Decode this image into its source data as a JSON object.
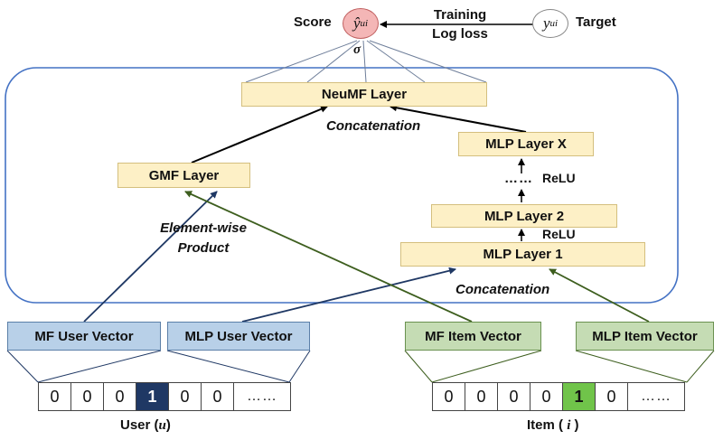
{
  "top": {
    "score_label": "Score",
    "score_symbol": "ŷ",
    "score_subscript": "ui",
    "sigma": "σ",
    "training_line1": "Training",
    "training_line2": "Log loss",
    "target_symbol": "y",
    "target_subscript": "ui",
    "target_label": "Target"
  },
  "layers": {
    "neumf": "NeuMF Layer",
    "concat_top": "Concatenation",
    "gmf": "GMF Layer",
    "mlp_x": "MLP Layer X",
    "dots": "……",
    "relu_top": "ReLU",
    "mlp_2": "MLP Layer 2",
    "relu_bottom": "ReLU",
    "mlp_1": "MLP Layer 1",
    "elementwise_line1": "Element-wise",
    "elementwise_line2": "Product",
    "concat_bottom": "Concatenation"
  },
  "vectors": {
    "mf_user": "MF User Vector",
    "mlp_user": "MLP User Vector",
    "mf_item": "MF Item Vector",
    "mlp_item": "MLP Item Vector"
  },
  "user_input": {
    "cells": [
      "0",
      "0",
      "0",
      "1",
      "0",
      "0",
      "……"
    ],
    "label_prefix": "User (",
    "label_var": "u",
    "label_suffix": ")"
  },
  "item_input": {
    "cells": [
      "0",
      "0",
      "0",
      "0",
      "1",
      "0",
      "……"
    ],
    "label_prefix": "Item ( ",
    "label_var": "i",
    "label_suffix": " )"
  },
  "colors": {
    "score_fill": "#f4b6b6",
    "user_line": "#1f3864",
    "item_line": "#3d5e1e",
    "container": "#4472c4"
  }
}
